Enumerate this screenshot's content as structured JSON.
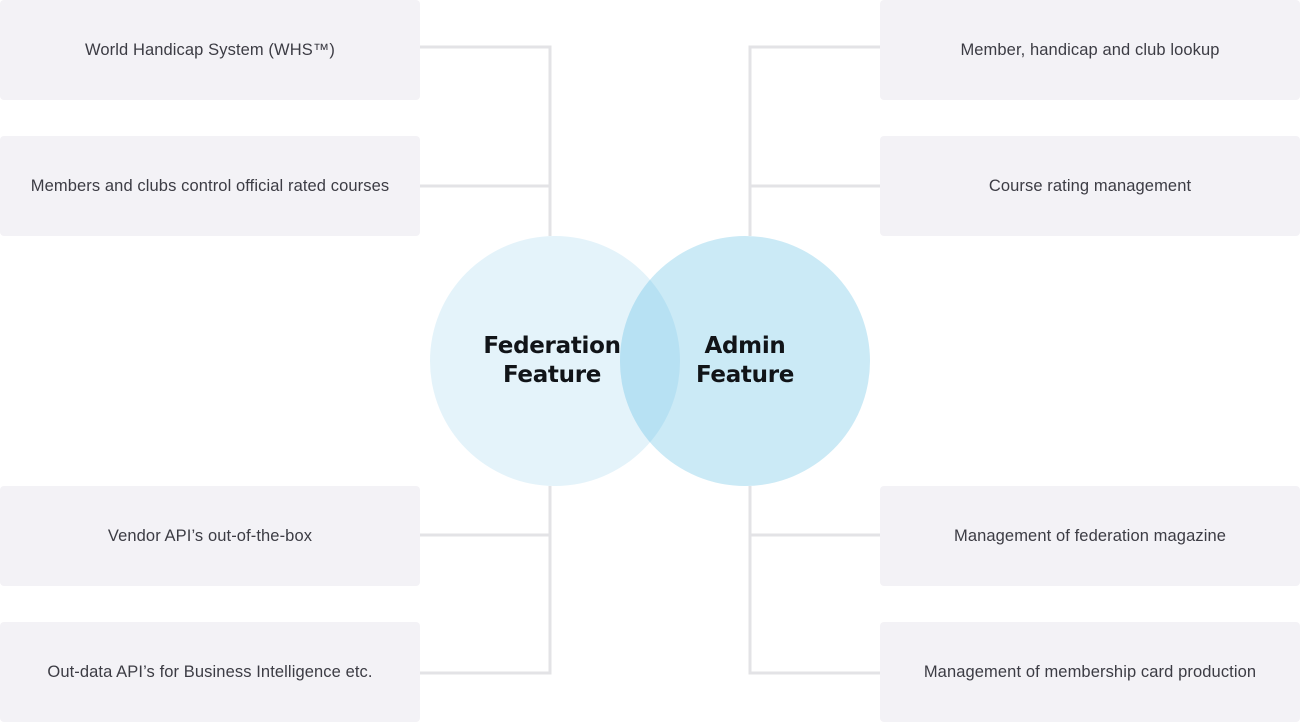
{
  "diagram": {
    "circles": {
      "federation": {
        "line1": "Federation",
        "line2": "Feature",
        "color": "#e4f3fa"
      },
      "admin": {
        "line1": "Admin",
        "line2": "Feature",
        "color": "#cbeaf6"
      },
      "overlap_color": "#b7e1f3"
    },
    "left_items": [
      "World Handicap System (WHS™)",
      "Members and clubs control official rated courses",
      "Vendor API’s out-of-the-box",
      "Out-data API’s for Business Intelligence etc."
    ],
    "right_items": [
      "Member, handicap and club lookup",
      "Course rating management",
      "Management of federation magazine",
      "Management of membership card production"
    ],
    "box_color": "#f3f2f6",
    "connector_color": "#e3e3e6"
  }
}
